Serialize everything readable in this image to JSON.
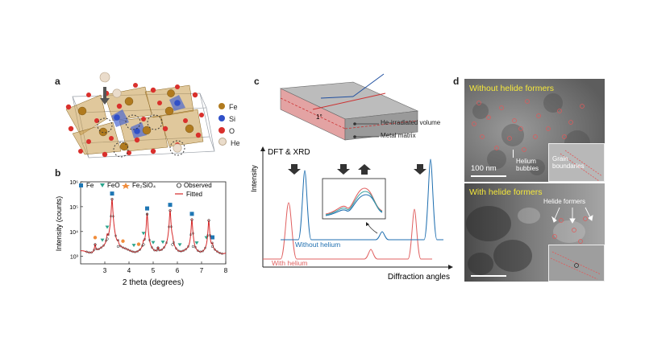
{
  "panels": {
    "a": {
      "label": "a",
      "legend": [
        {
          "name": "Fe",
          "color": "#b07a1e"
        },
        {
          "name": "Si",
          "color": "#3050c8"
        },
        {
          "name": "O",
          "color": "#d9302c"
        },
        {
          "name": "He",
          "color": "#eadccb"
        }
      ]
    },
    "b": {
      "label": "b",
      "legend": {
        "fe": "Fe",
        "feo": "FeO",
        "fe2sio4": "Fe₂SiO₄",
        "observed": "Observed",
        "fitted": "Fitted"
      },
      "colors": {
        "fe": "#1f77b4",
        "feo": "#2ca58d",
        "fe2sio4": "#f08c3a",
        "fit": "#d62728"
      }
    },
    "c": {
      "label": "c",
      "schematic": {
        "angle": "1°",
        "he_volume": "He-irradiated volume",
        "matrix": "Metal matrix"
      },
      "plot_title": "DFT & XRD",
      "ylabel": "Intensity",
      "xlabel": "Diffraction angles",
      "series_without": "Without helium",
      "series_with": "With helium",
      "colors": {
        "without": "#1f6fb0",
        "with": "#e06060"
      }
    },
    "d": {
      "label": "d",
      "top_title": "Without helide formers",
      "scale_bar": "100 nm",
      "bubbles_label": "Helium\nbubbles",
      "gb_label": "Grain\nboundaries",
      "bottom_title": "With helide formers",
      "formers_label": "Helide formers",
      "title_color": "#f5e83a"
    }
  },
  "chart_data": {
    "type": "line",
    "title": "",
    "xlabel": "2 theta (degrees)",
    "ylabel": "Intensity (counts)",
    "yscale": "log",
    "xlim": [
      2,
      8
    ],
    "ylim": [
      500,
      1000000
    ],
    "xticks": [
      3,
      4,
      5,
      6,
      7,
      8
    ],
    "yticks": [
      "10³",
      "10⁴",
      "10⁵",
      "10⁶"
    ],
    "series": [
      {
        "name": "Observed",
        "x": [
          2.6,
          3.1,
          3.3,
          3.55,
          4.6,
          4.75,
          5.2,
          5.7,
          5.8,
          6.6,
          6.65,
          7.3,
          7.45
        ],
        "y": [
          3000,
          5000,
          200000,
          2500,
          3000,
          50000,
          2200,
          70000,
          3000,
          30000,
          2500,
          28000,
          2500
        ]
      },
      {
        "name": "Fitted",
        "x": [
          2.6,
          3.1,
          3.3,
          3.55,
          4.6,
          4.75,
          5.2,
          5.7,
          5.8,
          6.6,
          6.65,
          7.3,
          7.45
        ],
        "y": [
          3000,
          5000,
          200000,
          2500,
          3000,
          50000,
          2200,
          70000,
          3000,
          30000,
          2500,
          28000,
          2500
        ]
      }
    ],
    "markers": {
      "Fe": [
        3.3,
        4.75,
        5.7,
        6.6,
        7.45
      ],
      "FeO": [
        2.9,
        3.1,
        4.2,
        4.6,
        5.0,
        5.4,
        6.1,
        6.8,
        7.2
      ],
      "Fe₂SiO₄": [
        2.6,
        3.75,
        4.4
      ]
    },
    "legend_position": "top"
  }
}
